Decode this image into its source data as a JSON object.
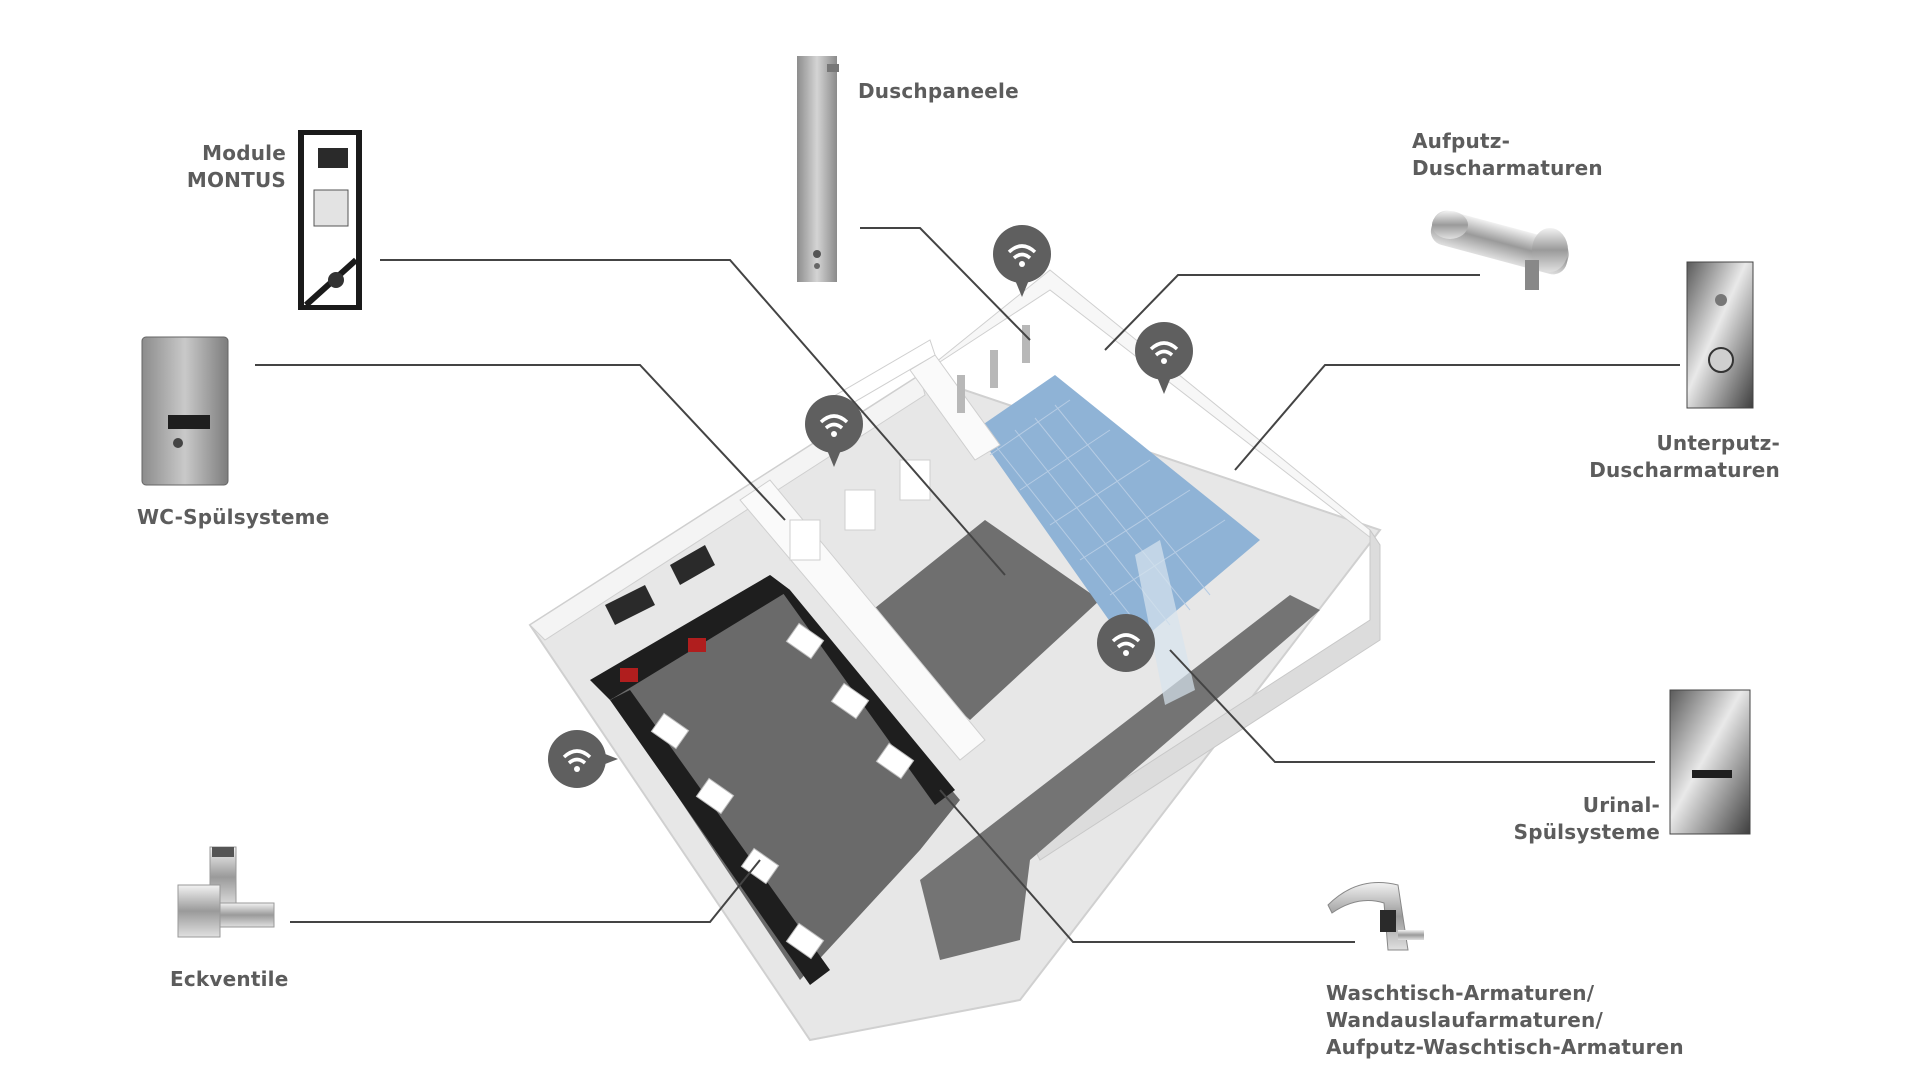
{
  "labels": {
    "duschpaneele": [
      "Duschpaneele"
    ],
    "module_montus": [
      "Module",
      "MONTUS"
    ],
    "aufputz": [
      "Aufputz-",
      "Duscharmaturen"
    ],
    "unterputz": [
      "Unterputz-",
      "Duscharmaturen"
    ],
    "wc": [
      "WC-Spülsysteme"
    ],
    "urinal": [
      "Urinal-",
      "Spülsysteme"
    ],
    "eckventile": [
      "Eckventile"
    ],
    "waschtisch": [
      "Waschtisch-Armaturen/",
      "Wandauslaufarmaturen/",
      "Aufputz-Waschtisch-Armaturen"
    ]
  },
  "icons": [
    "wifi-icon",
    "wifi-icon",
    "wifi-icon",
    "wifi-icon",
    "wifi-icon"
  ],
  "colors": {
    "label_text": "#5c5c5c",
    "leader_line": "#444444",
    "wifi_marker": "#5f5f5f",
    "floor_tiles": "#6a6a6a",
    "shower_tiles": "#8fb3d6",
    "accent_red": "#b01e1e"
  }
}
